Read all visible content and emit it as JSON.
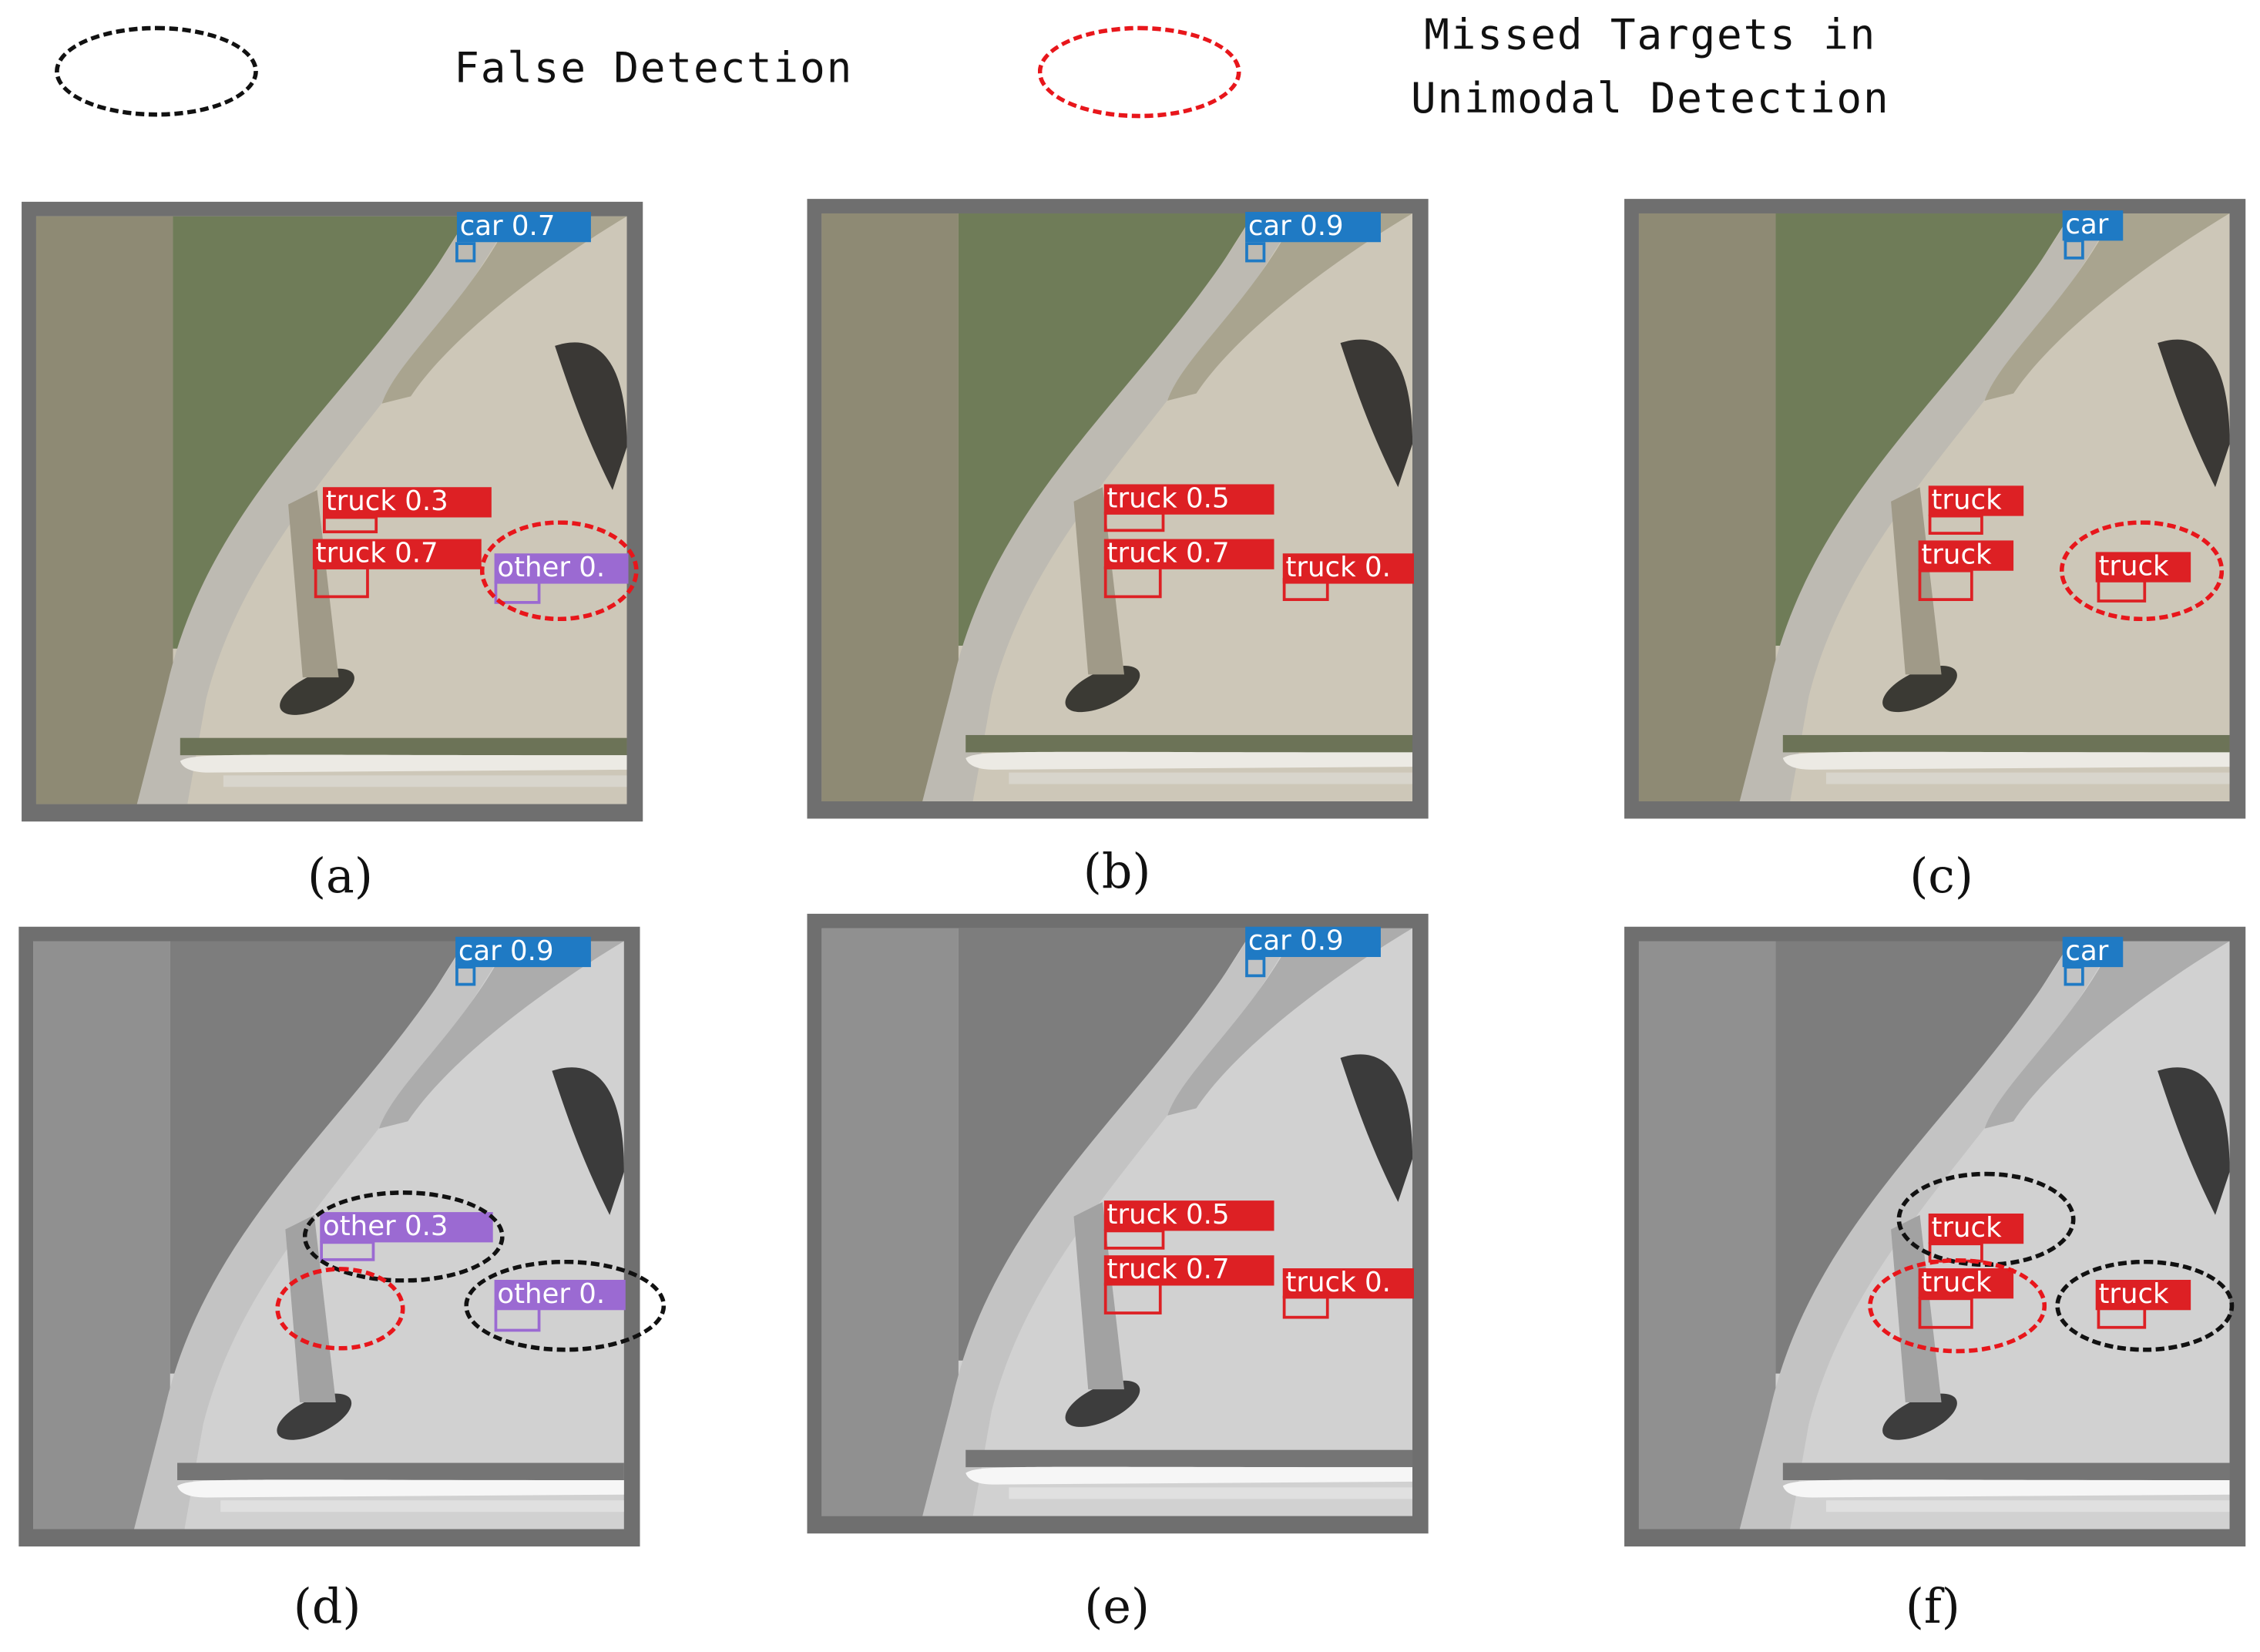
{
  "legend": {
    "false_detection": "False Detection",
    "missed_line1": "Missed Targets in",
    "missed_line2": "Unimodal Detection",
    "false_color": "#111111",
    "missed_color": "#e8161b"
  },
  "colors": {
    "truck": "#dd2024",
    "car": "#1f7ac4",
    "other": "#9b6ad2"
  },
  "panels": [
    {
      "caption": "(a)",
      "modality": "rgb",
      "detections": [
        {
          "class": "car",
          "label": "car 0.7"
        },
        {
          "class": "truck",
          "label": "truck 0.3"
        },
        {
          "class": "truck",
          "label": "truck 0.7"
        },
        {
          "class": "other",
          "label": "other 0."
        }
      ],
      "marks": [
        "missed"
      ]
    },
    {
      "caption": "(b)",
      "modality": "rgb",
      "detections": [
        {
          "class": "car",
          "label": "car 0.9"
        },
        {
          "class": "truck",
          "label": "truck 0.5"
        },
        {
          "class": "truck",
          "label": "truck 0.7"
        },
        {
          "class": "truck",
          "label": "truck 0."
        }
      ],
      "marks": []
    },
    {
      "caption": "(c)",
      "modality": "rgb",
      "detections": [
        {
          "class": "car",
          "label": "car"
        },
        {
          "class": "truck",
          "label": "truck"
        },
        {
          "class": "truck",
          "label": "truck"
        },
        {
          "class": "truck",
          "label": "truck"
        }
      ],
      "marks": [
        "missed"
      ]
    },
    {
      "caption": "(d)",
      "modality": "infrared",
      "detections": [
        {
          "class": "car",
          "label": "car 0.9"
        },
        {
          "class": "other",
          "label": "other 0.3"
        },
        {
          "class": "other",
          "label": "other 0."
        }
      ],
      "marks": [
        "false",
        "missed",
        "false"
      ]
    },
    {
      "caption": "(e)",
      "modality": "infrared",
      "detections": [
        {
          "class": "car",
          "label": "car 0.9"
        },
        {
          "class": "truck",
          "label": "truck 0.5"
        },
        {
          "class": "truck",
          "label": "truck 0.7"
        },
        {
          "class": "truck",
          "label": "truck 0."
        }
      ],
      "marks": []
    },
    {
      "caption": "(f)",
      "modality": "infrared",
      "detections": [
        {
          "class": "car",
          "label": "car"
        },
        {
          "class": "truck",
          "label": "truck"
        },
        {
          "class": "truck",
          "label": "truck"
        },
        {
          "class": "truck",
          "label": "truck"
        }
      ],
      "marks": [
        "false",
        "missed",
        "false"
      ]
    }
  ]
}
